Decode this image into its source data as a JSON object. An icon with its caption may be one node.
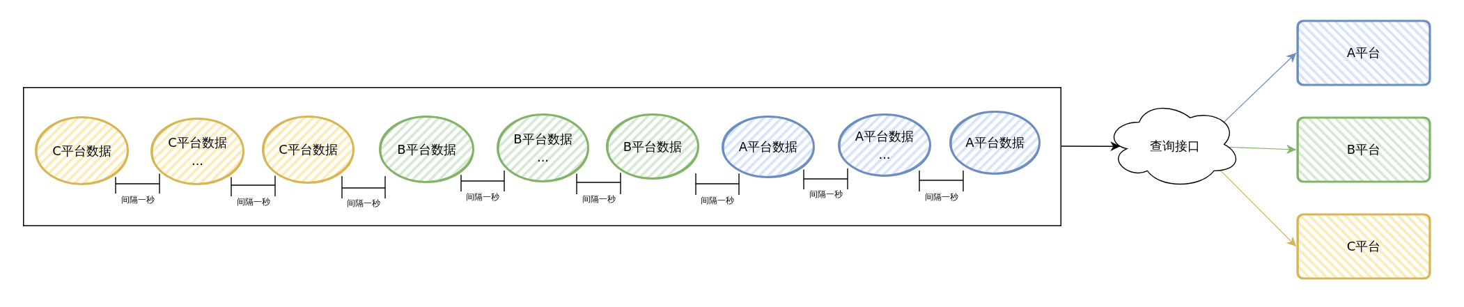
{
  "diagram": {
    "nodes": [
      {
        "text": [],
        "shape": "box"
      },
      {
        "text": [
          "C平台数据"
        ],
        "in": 0
      },
      {
        "text": [
          "C平台数据",
          "..."
        ],
        "in": 0
      },
      {
        "text": [
          "C平台数据"
        ],
        "in": 0
      },
      {
        "text": [
          "B平台数据"
        ],
        "in": 0
      },
      {
        "text": [
          "B平台数据",
          "..."
        ],
        "in": 0
      },
      {
        "text": [
          "B平台数据"
        ],
        "in": 0
      },
      {
        "text": [
          "A平台数据"
        ],
        "in": 0
      },
      {
        "text": [
          "A平台数据",
          "..."
        ],
        "in": 0
      },
      {
        "text": [
          "A平台数据"
        ],
        "in": 0
      },
      {
        "text": [
          "查询接口"
        ]
      },
      {
        "text": [
          "A平台"
        ]
      },
      {
        "text": [
          "B平台"
        ]
      },
      {
        "text": [
          "C平台"
        ]
      }
    ],
    "edges": [
      {
        "from": 0,
        "to": 10,
        "arrow": "to"
      },
      {
        "from": 10,
        "to": 11,
        "arrow": "to",
        "color": "#6c8ebf"
      },
      {
        "from": 10,
        "to": 12,
        "arrow": "to",
        "color": "#82b366"
      },
      {
        "from": 10,
        "to": 13,
        "arrow": "to",
        "color": "#d6b656"
      }
    ],
    "labels": [
      "间隔一秒",
      "间隔一秒",
      "间隔一秒",
      "间隔一秒",
      "间隔一秒",
      "间隔一秒",
      "间隔一秒",
      "间隔一秒"
    ]
  }
}
